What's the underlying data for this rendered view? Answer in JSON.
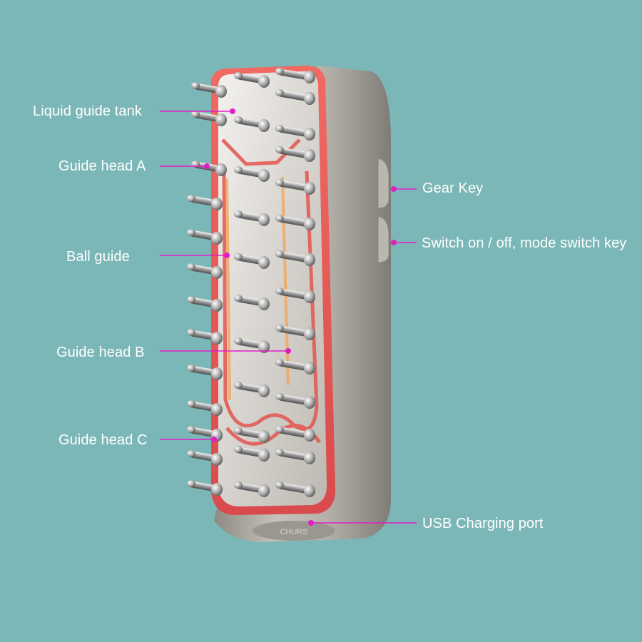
{
  "colors": {
    "background": "#7cb7b8",
    "callout": "#e21fc5",
    "label_text": "#ffffff",
    "glow": "#e8514f",
    "body_metal": "#a9a59e"
  },
  "device": {
    "name_icon": "scalp-massage-comb-illustration",
    "port_text": "CHURS"
  },
  "callouts": {
    "liquid_tank": "Liquid guide tank",
    "head_a": "Guide head A",
    "ball_guide": "Ball guide",
    "head_b": "Guide head B",
    "head_c": "Guide head C",
    "gear_key": "Gear Key",
    "switch_key": "Switch on / off, mode switch key",
    "usb_port": "USB Charging port"
  }
}
